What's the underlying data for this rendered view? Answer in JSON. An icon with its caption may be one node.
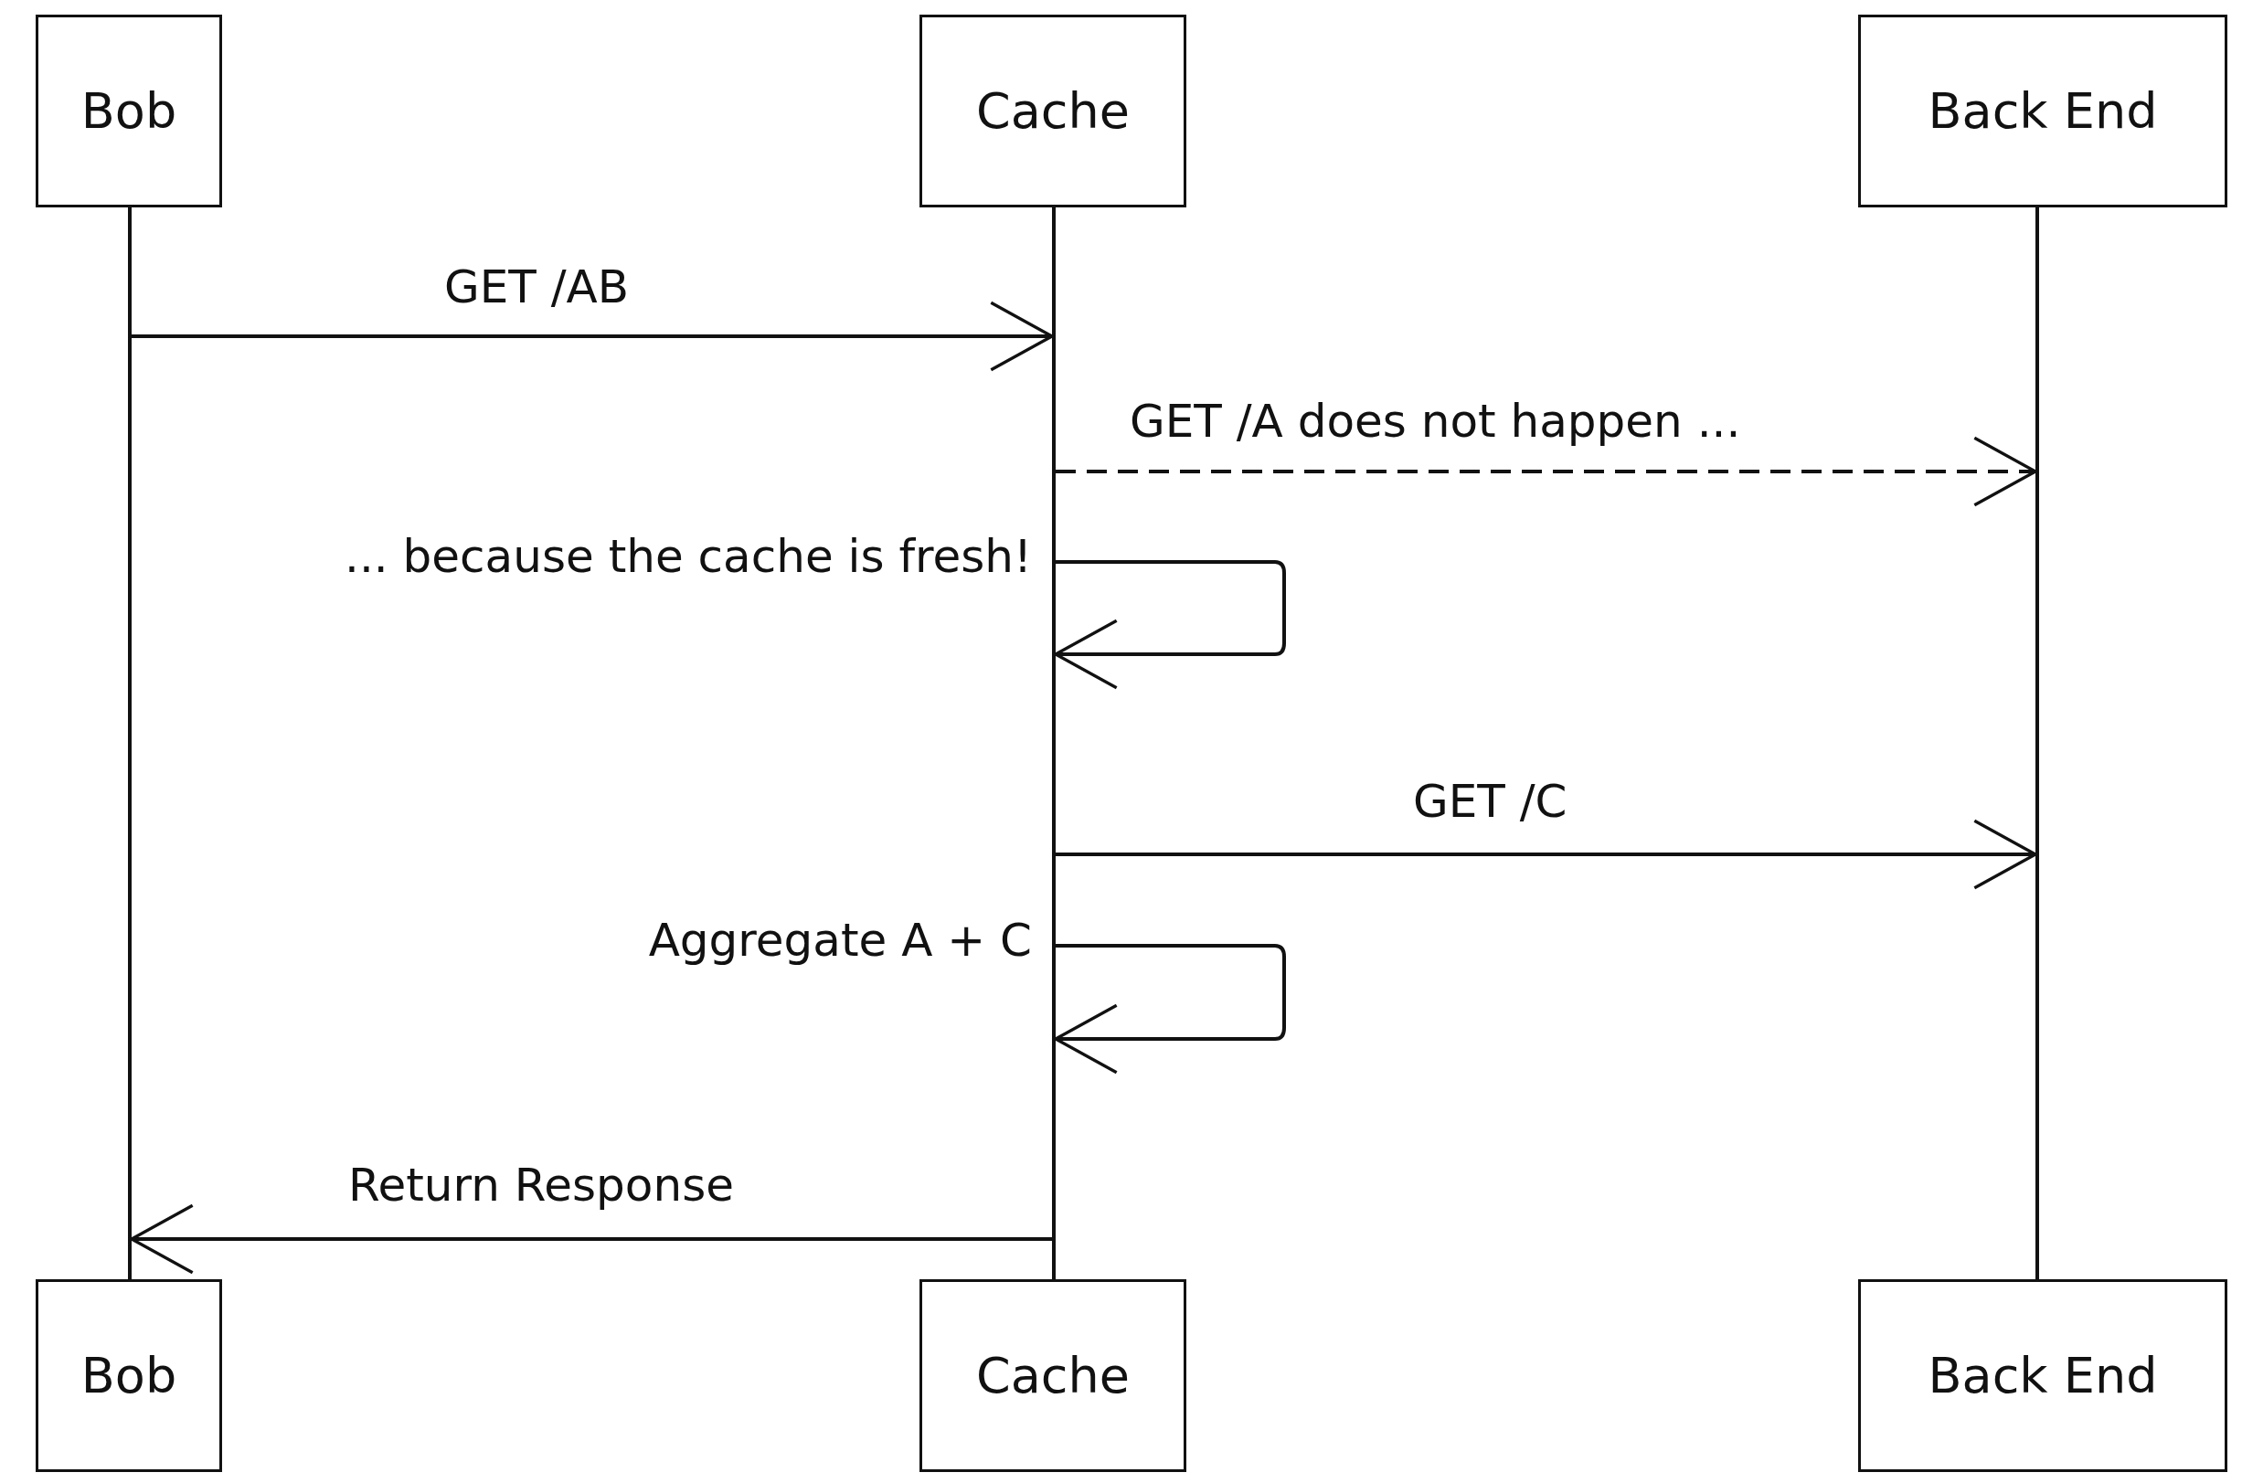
{
  "diagram": {
    "nodes": [
      {
        "text": [
          "Bob"
        ]
      },
      {
        "text": [
          "Cache"
        ]
      },
      {
        "text": [
          "Back End"
        ]
      },
      {
        "text": [],
        "shape": "line"
      },
      {
        "text": [],
        "shape": "line"
      },
      {
        "text": [],
        "shape": "line"
      },
      {
        "text": [
          "Bob"
        ]
      },
      {
        "text": [
          "Cache"
        ]
      },
      {
        "text": [
          "Back End"
        ]
      }
    ],
    "edges": [
      {
        "from": 3,
        "to": 4,
        "arrow": "to",
        "label": "GET /AB"
      },
      {
        "from": 4,
        "to": 5,
        "arrow": "to",
        "label": "GET /A does not happen ...",
        "style": "dashed"
      },
      {
        "from": 4,
        "to": 4,
        "arrow": "to",
        "label": "... because the cache is fresh!"
      },
      {
        "from": 4,
        "to": 5,
        "arrow": "to",
        "label": "GET /C"
      },
      {
        "from": 4,
        "to": 4,
        "arrow": "to",
        "label": "Aggregate A + C"
      },
      {
        "from": 4,
        "to": 3,
        "arrow": "to",
        "label": "Return Response"
      }
    ]
  }
}
